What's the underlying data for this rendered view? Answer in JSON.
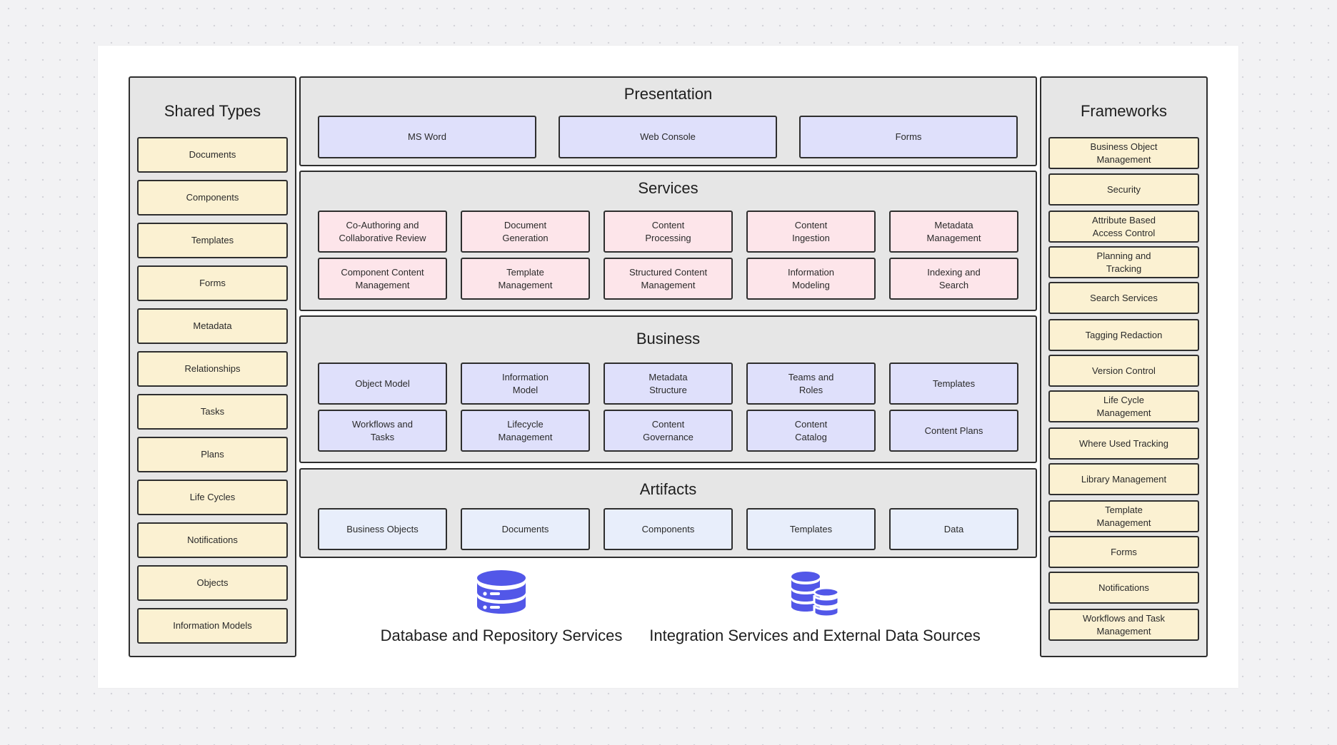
{
  "shared_types": {
    "title": "Shared Types",
    "items": [
      "Documents",
      "Components",
      "Templates",
      "Forms",
      "Metadata",
      "Relationships",
      "Tasks",
      "Plans",
      "Life Cycles",
      "Notifications",
      "Objects",
      "Information Models"
    ]
  },
  "frameworks": {
    "title": "Frameworks",
    "items": [
      "Business Object\nManagement",
      "Security",
      "Attribute Based\nAccess Control",
      "Planning and\nTracking",
      "Search Services",
      "Tagging Redaction",
      "Version Control",
      "Life Cycle\nManagement",
      "Where Used Tracking",
      "Library Management",
      "Template\nManagement",
      "Forms",
      "Notifications",
      "Workflows and Task\nManagement"
    ]
  },
  "presentation": {
    "title": "Presentation",
    "items": [
      "MS Word",
      "Web Console",
      "Forms"
    ]
  },
  "services": {
    "title": "Services",
    "items": [
      "Co-Authoring and\nCollaborative Review",
      "Document\nGeneration",
      "Content\nProcessing",
      "Content\nIngestion",
      "Metadata\nManagement",
      "Component Content\nManagement",
      "Template\nManagement",
      "Structured Content\nManagement",
      "Information\nModeling",
      "Indexing and\nSearch"
    ]
  },
  "business": {
    "title": "Business",
    "items": [
      "Object Model",
      "Information\nModel",
      "Metadata\nStructure",
      "Teams and\nRoles",
      "Templates",
      "Workflows and\nTasks",
      "Lifecycle\nManagement",
      "Content\nGovernance",
      "Content\nCatalog",
      "Content Plans"
    ]
  },
  "artifacts": {
    "title": "Artifacts",
    "items": [
      "Business Objects",
      "Documents",
      "Components",
      "Templates",
      "Data"
    ]
  },
  "footer": {
    "database_label": "Database and Repository Services",
    "integration_label": "Integration Services and External Data Sources",
    "database_icon": "database-icon",
    "integration_icon": "databases-stack-icon"
  },
  "colors": {
    "shared_item": "#fbf1d2",
    "service_item": "#fde5ea",
    "presentation_business_item": "#dfe0fb",
    "artifact_item": "#e8eefb",
    "icon": "#5257e8"
  }
}
